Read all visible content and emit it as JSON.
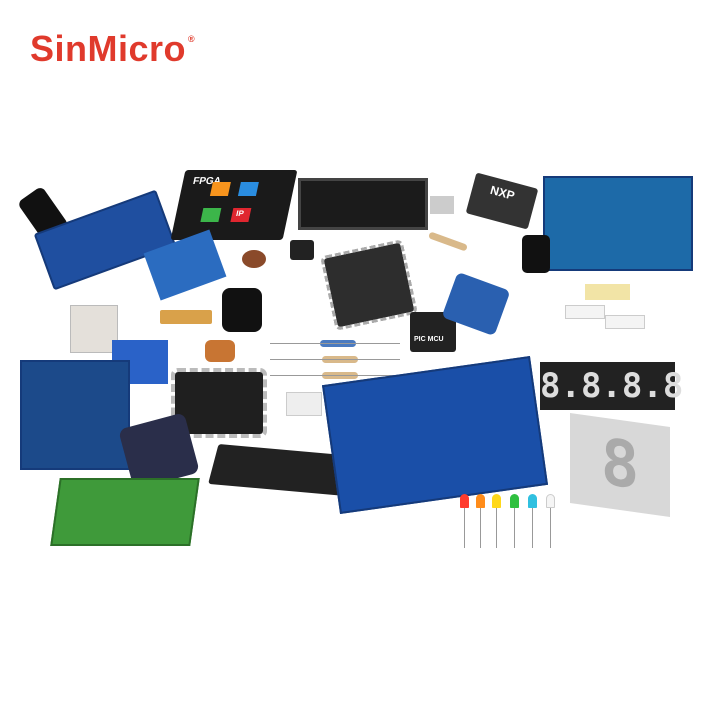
{
  "logo": {
    "brand": "SinMicro",
    "mark": "®",
    "color": "#e03a2c"
  },
  "component_labels": {
    "fpga": "FPGA",
    "ip": "IP",
    "nxp": "NXP",
    "pic": "PIC MCU",
    "seg_display": "8.8.8.8",
    "single_digit": "8"
  },
  "led_colors": [
    "#ff3b2e",
    "#ff8c1a",
    "#ffd81a",
    "#30c040",
    "#30c0e0",
    "#f5f5f5"
  ]
}
